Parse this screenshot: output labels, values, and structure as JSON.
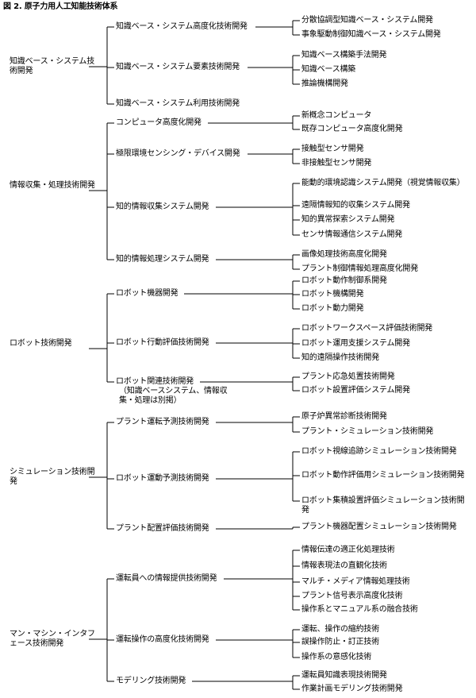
{
  "figure_title": "図 2. 原子力用人工知能技術体系",
  "tree": [
    {
      "label": "知識ベース・システム技術開発",
      "children": [
        {
          "label": "知識ベース・システム高度化技術開発",
          "children": [
            "分散協調型知識ベース・システム開発",
            "事象駆動制御知識ベース・システム開発"
          ]
        },
        {
          "label": "知識ベース・システム要素技術開発",
          "children": [
            "知識ベース構築手法開発",
            "知識ベース構築",
            "推論機構開発"
          ]
        },
        {
          "label": "知識ベース・システム利用技術開発",
          "children": []
        }
      ]
    },
    {
      "label": "情報収集・処理技術開発",
      "children": [
        {
          "label": "コンピュータ高度化開発",
          "children": [
            "新概念コンピュータ",
            "既存コンピュータ高度化開発"
          ]
        },
        {
          "label": "極限環境センシング・デバイス開発",
          "children": [
            "接触型センサ開発",
            "非接触型センサ開発"
          ]
        },
        {
          "label": "知的情報収集システム開発",
          "children": [
            "能動的環境認識システム開発（視覚情報収集）",
            "遠隔情報知的収集システム開発",
            "知的異常探索システム開発",
            "センサ情報通信システム開発"
          ]
        },
        {
          "label": "知的情報処理システム開発",
          "children": [
            "画像処理技術高度化開発",
            "プラント制御情報処理高度化開発"
          ]
        }
      ]
    },
    {
      "label": "ロボット技術開発",
      "children": [
        {
          "label": "ロボット機器開発",
          "children": [
            "ロボット動作制御系開発",
            "ロボット機構開発",
            "ロボット動力開発"
          ]
        },
        {
          "label": "ロボット行動評価技術開発",
          "children": [
            "ロボットワークスペース評価技術開発",
            "ロボット運用支援システム開発",
            "知的遠隔操作技術開発"
          ]
        },
        {
          "label": "ロボット関連技術開発",
          "note": "（知識ベースシステム、情報収集・処理は別掲）",
          "children": [
            "プラント応急処置技術開発",
            "ロボット設置評価システム開発"
          ]
        }
      ]
    },
    {
      "label": "シミュレーション技術開発",
      "children": [
        {
          "label": "プラント運転予測技術開発",
          "children": [
            "原子炉異常診断技術開発",
            "プラント・シミュレーション技術開発"
          ]
        },
        {
          "label": "ロボット運動予測技術開発",
          "children": [
            "ロボット視線追跡シミュレーション技術開発",
            "ロボット動作評価用シミュレーション技術開発",
            "ロボット集積設置評価シミュレーション技術開発"
          ]
        },
        {
          "label": "プラント配置評価技術開発",
          "children": [
            "プラント機器配置シミュレーション技術開発"
          ]
        }
      ]
    },
    {
      "label": "マン・マシン・インタフェース技術開発",
      "children": [
        {
          "label": "運転員への情報提供技術開発",
          "children": [
            "情報伝達の適正化処理技術",
            "情報表現法の直観化技術",
            "マルチ・メディア情報処理技術",
            "プラント信号表示高度化技術",
            "操作系とマニュアル系の融合技術"
          ]
        },
        {
          "label": "運転操作の高度化技術開発",
          "children": [
            "運転、操作の縮約技術",
            "誤操作防止・訂正技術",
            "操作系の意感化技術"
          ]
        },
        {
          "label": "モデリング技術開発",
          "children": [
            "運転員知識表現技術開発",
            "作業計画モデリング技術開発"
          ]
        }
      ]
    }
  ]
}
